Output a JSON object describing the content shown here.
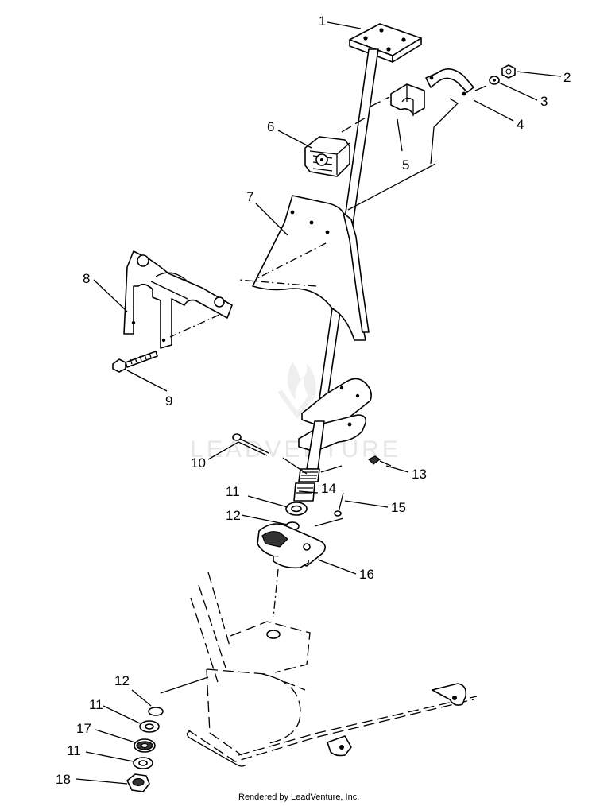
{
  "diagram": {
    "watermark": "LEADVENTURE",
    "credit": "Rendered by LeadVenture, Inc.",
    "callouts": [
      {
        "id": "c1",
        "label": "1"
      },
      {
        "id": "c2",
        "label": "2"
      },
      {
        "id": "c3",
        "label": "3"
      },
      {
        "id": "c4",
        "label": "4"
      },
      {
        "id": "c5",
        "label": "5"
      },
      {
        "id": "c6",
        "label": "6"
      },
      {
        "id": "c7",
        "label": "7"
      },
      {
        "id": "c8",
        "label": "8"
      },
      {
        "id": "c9",
        "label": "9"
      },
      {
        "id": "c10",
        "label": "10"
      },
      {
        "id": "c11a",
        "label": "11"
      },
      {
        "id": "c12a",
        "label": "12"
      },
      {
        "id": "c13",
        "label": "13"
      },
      {
        "id": "c14",
        "label": "14"
      },
      {
        "id": "c15",
        "label": "15"
      },
      {
        "id": "c16",
        "label": "16"
      },
      {
        "id": "c12b",
        "label": "12"
      },
      {
        "id": "c11b",
        "label": "11"
      },
      {
        "id": "c17",
        "label": "17"
      },
      {
        "id": "c11c",
        "label": "11"
      },
      {
        "id": "c18",
        "label": "18"
      }
    ]
  }
}
